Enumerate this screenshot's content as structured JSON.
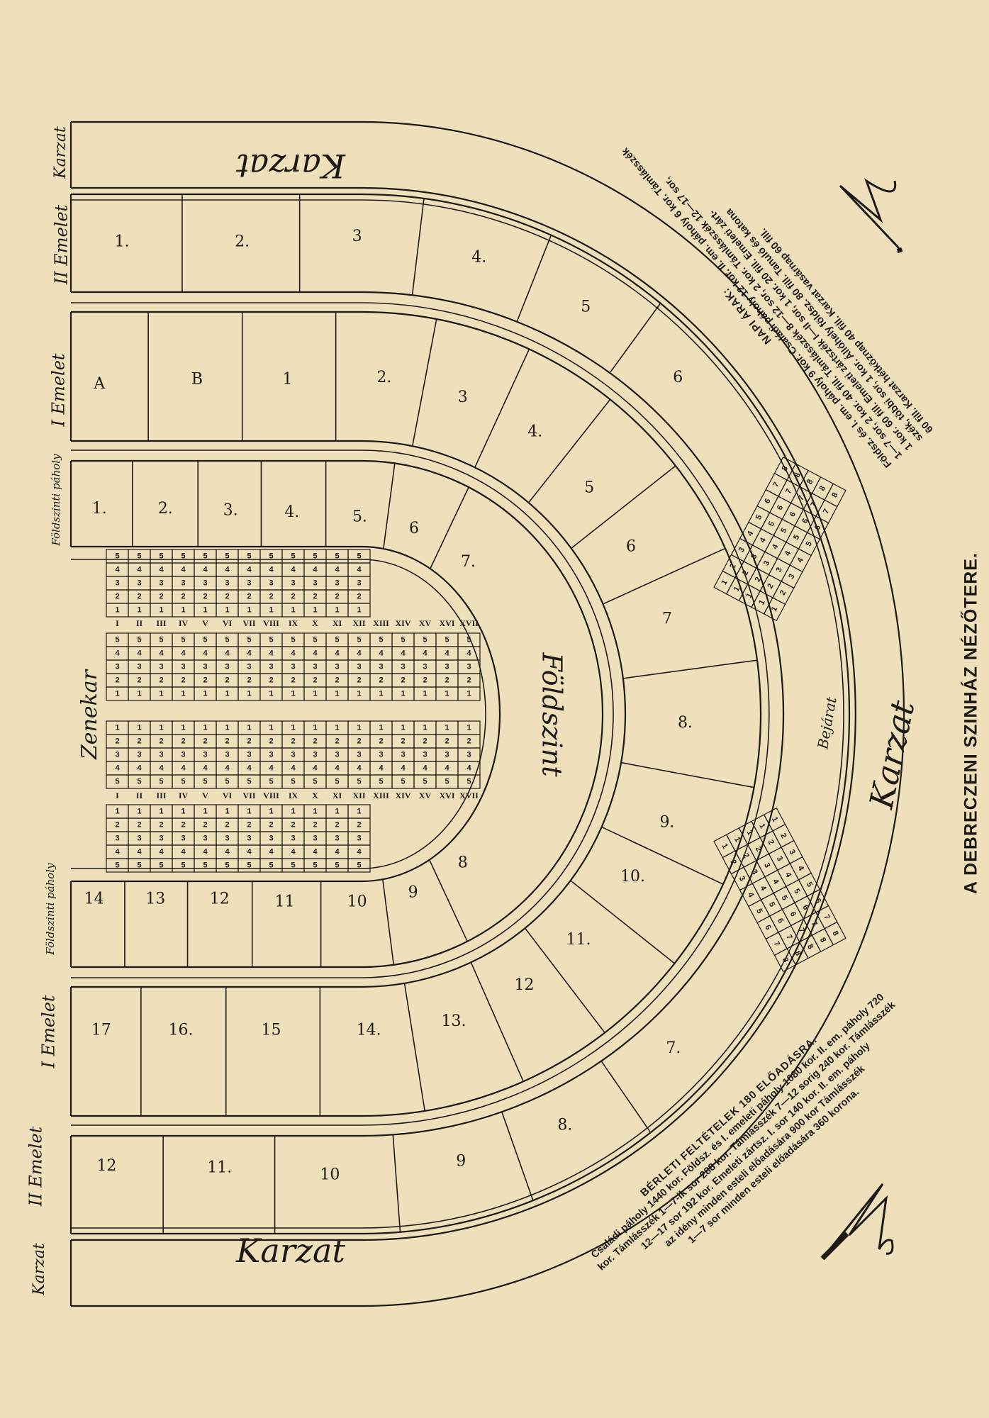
{
  "title": "A DEBRECZENI SZINHÁZ NÉZŐTERE.",
  "daily_prices": {
    "heading": "NAPI ÁRAK:",
    "lines": [
      "Földsz. és I. em. páholy 9 kor. Családi páholy 12 kor. II. em. páholy 6 kor. Támlásszék",
      "1—7 sor, 2 kor. 40 fill. Támlásszék 8—12 sor, 2 kor. Támlásszék 12—17 sor,",
      "1 kor. 60 fill. Emeleti zártszék I—II sor, 1 kor. 20 fill. Emeleti zárt-",
      "szék, többi sor, 1 kor. Állóhely földsz. 80 fill. Tanuló és katona",
      "60 fill. Karzat hétköznap 40 fill. Karzat vasárnap 60 fill."
    ]
  },
  "subscription_terms": {
    "heading": "BÉRLETI FELTÉTELEK 180 ELŐADÁSRA.",
    "lines": [
      "Családi páholy 1440 kor. Földsz. és I. emeleti páholy 1080 kor. II. em. páholy 720",
      "kor. Támlásszék 1—7-ik sor 288 kor. Támlásszék 7—12 sorig 240 kor. Támlásszék",
      "12—17 sor 192 kor. Emeleti zártsz. I. sor 140 kor. II. em. páholy",
      "az idény minden esteli előadására 900 kor Támlásszék",
      "1—7 sor minden esteli előadására 360 korona."
    ]
  },
  "section_labels": {
    "karzat": "Karzat",
    "second_floor": "II Emelet",
    "first_floor": "I Emelet",
    "ground_boxes": "Földszinti páholy",
    "orchestra": "Zenekar",
    "ground": "Földszint",
    "entrance": "Bejárat"
  },
  "boxes": {
    "second_floor_top": [
      "1.",
      "2.",
      "3",
      "4.",
      "5",
      "6"
    ],
    "second_floor_bottom": [
      "7.",
      "8.",
      "9",
      "10",
      "11.",
      "12"
    ],
    "first_floor": [
      "A",
      "B",
      "1",
      "2.",
      "3",
      "4.",
      "5",
      "6",
      "7",
      "8.",
      "9.",
      "10.",
      "11.",
      "12",
      "13.",
      "14.",
      "15",
      "16.",
      "17"
    ],
    "ground_boxes": [
      "1.",
      "2.",
      "3.",
      "4.",
      "5.",
      "6",
      "7.",
      "8",
      "9",
      "10",
      "11",
      "12",
      "13",
      "14"
    ]
  },
  "stalls": {
    "rows": [
      "I",
      "II",
      "III",
      "IV",
      "V",
      "VI",
      "VII",
      "VIII",
      "IX",
      "X",
      "XI",
      "XII",
      "XIII",
      "XIV",
      "XV",
      "XVI",
      "XVII"
    ],
    "seats": [
      "1",
      "2",
      "3",
      "4",
      "5"
    ]
  },
  "balcony_seats": {
    "seats": [
      "1",
      "2",
      "3",
      "4",
      "5",
      "6",
      "7",
      "8"
    ]
  }
}
